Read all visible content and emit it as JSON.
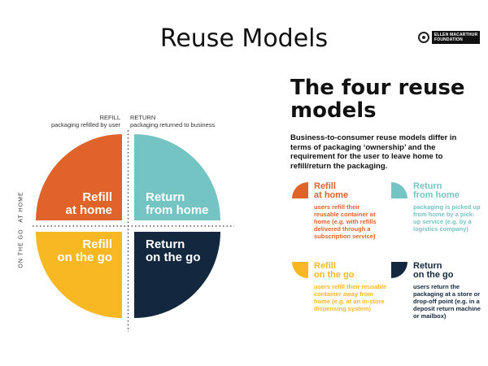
{
  "slide": {
    "title": "Reuse Models"
  },
  "logo": {
    "line1": "ELLEN MACARTHUR",
    "line2": "FOUNDATION"
  },
  "diagram": {
    "top_left_head": "REFILL",
    "top_left_sub": "packaging refilled by user",
    "top_right_head": "RETURN",
    "top_right_sub": "packaging returned to business",
    "side_top": "AT HOME",
    "side_bottom": "ON THE GO",
    "quadrants": [
      {
        "line1": "Refill",
        "line2": "at home",
        "color": "#E0632A"
      },
      {
        "line1": "Return",
        "line2": "from home",
        "color": "#74C4C4"
      },
      {
        "line1": "Refill",
        "line2": "on the go",
        "color": "#F8B823"
      },
      {
        "line1": "Return",
        "line2": "on the go",
        "color": "#13283E"
      }
    ]
  },
  "panel": {
    "title_line1": "The four reuse",
    "title_line2": "models",
    "intro": "Business-to-consumer reuse models differ in terms of packaging ‘ownership’ and the requirement for the user to leave home to refill/return the packaging.",
    "items": [
      {
        "title1": "Refill",
        "title2": "at home",
        "desc": "users refill their reusable container at home (e.g. with refills delivered through a subscription service)",
        "color": "#E0632A",
        "desc_color": "#E0632A"
      },
      {
        "title1": "Return",
        "title2": "from home",
        "desc": "packaging is picked up from home by a pick-up service (e.g. by a logistics company)",
        "color": "#74C4C4",
        "desc_color": "#74C4C4"
      },
      {
        "title1": "Refill",
        "title2": "on the go",
        "desc": "users refill their reusable container away from home (e.g. at an in-store dispensing system)",
        "color": "#F8B823",
        "desc_color": "#F8B823"
      },
      {
        "title1": "Return",
        "title2": "on the go",
        "desc": "users return the packaging at a store or drop-off point (e.g. in a deposit return machine or mailbox)",
        "color": "#13283E",
        "desc_color": "#13283E"
      }
    ]
  }
}
